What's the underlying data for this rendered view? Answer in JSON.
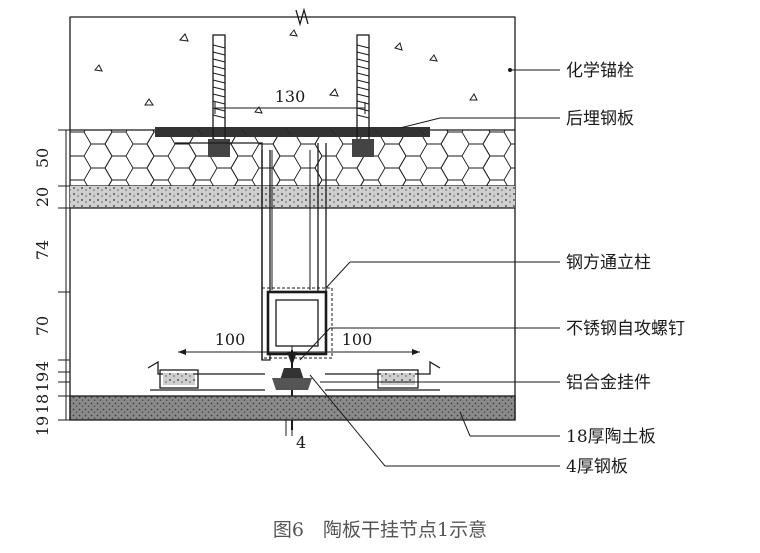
{
  "labels": {
    "chemical_anchor": "化学锚栓",
    "embedded_plate": "后埋钢板",
    "steel_column": "钢方通立柱",
    "self_tapping_screw": "不锈钢自攻螺钉",
    "aluminum_hanger": "铝合金挂件",
    "ceramic_panel": "18厚陶土板",
    "steel_plate": "4厚钢板"
  },
  "dimensions": {
    "top_width": "130",
    "left_width": "100",
    "right_width": "100",
    "plate_thickness": "4",
    "vertical": [
      "50",
      "20",
      "74",
      "70",
      "4",
      "19",
      "18",
      "19"
    ]
  },
  "caption": "图6　陶板干挂节点1示意",
  "colors": {
    "ink": "#1a1a1a",
    "caption": "#555555",
    "panel": "#7a7a7a"
  }
}
